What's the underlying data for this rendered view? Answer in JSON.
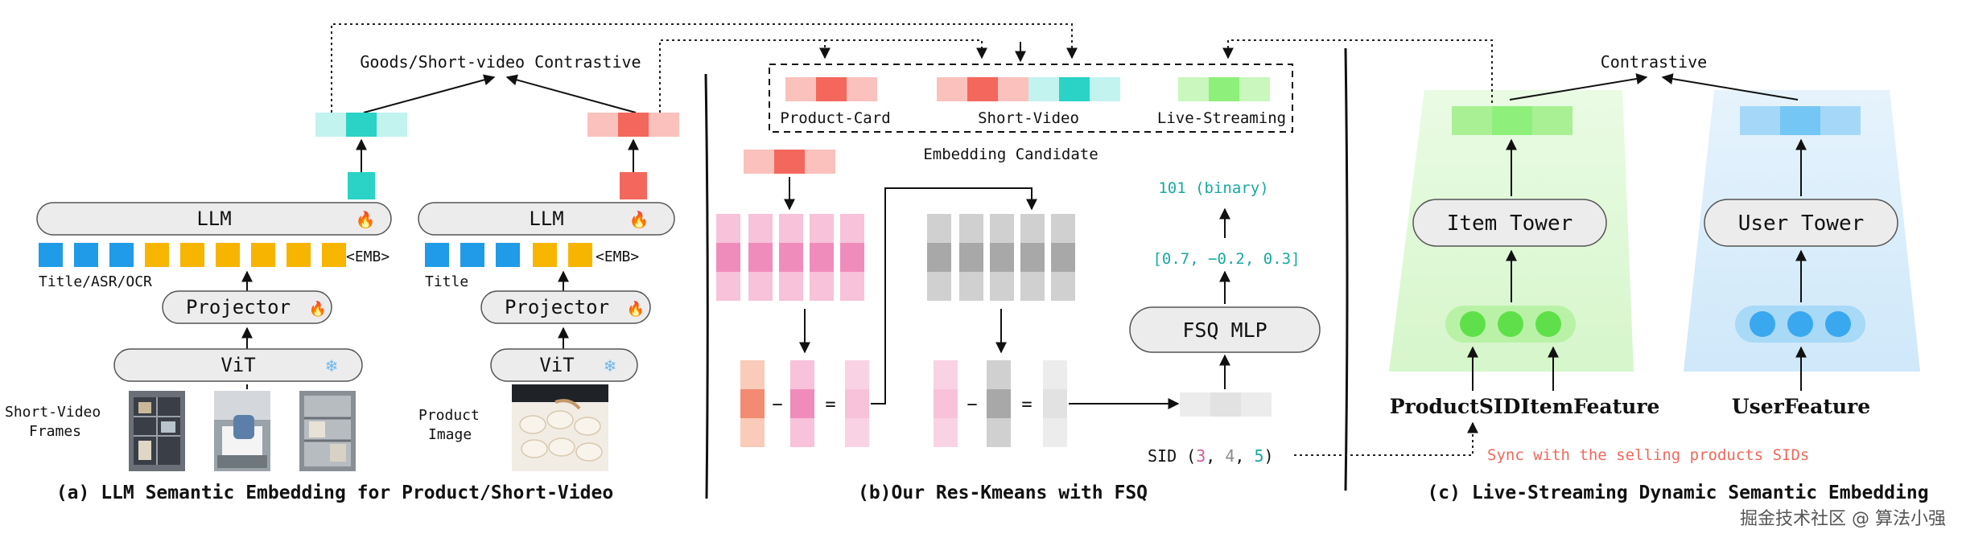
{
  "panel_a": {
    "top_label": "Goods/Short-video Contrastive",
    "llm_label": "LLM",
    "emb_token": "<EMB>",
    "left_tokens_label": "Title/ASR/OCR",
    "right_tokens_label": "Title",
    "projector_label": "Projector",
    "vit_label": "ViT",
    "left_input_label_line1": "Short-Video",
    "left_input_label_line2": "Frames",
    "right_input_label_line1": "Product",
    "right_input_label_line2": "Image",
    "caption": "(a) LLM Semantic Embedding for Product/Short-Video",
    "fire_icon": "🔥",
    "snowflake_icon": "❄"
  },
  "panel_b": {
    "candidate_product": "Product-Card",
    "candidate_video": "Short-Video",
    "candidate_live": "Live-Streaming",
    "candidate_title": "Embedding Candidate",
    "minus_sign": "−",
    "equals_sign": "=",
    "binary_code": "101  (binary)",
    "vector_values": "[0.7, −0.2, 0.3]",
    "fsq_label": "FSQ MLP",
    "sid_prefix": "SID (",
    "sid_value_1": "3",
    "sid_sep_1": ", ",
    "sid_value_2": "4",
    "sid_sep_2": ", ",
    "sid_value_3": "5",
    "sid_suffix": ")",
    "caption": "(b)Our Res-Kmeans with FSQ"
  },
  "panel_c": {
    "top_label": "Contrastive",
    "item_tower_label": "Item Tower",
    "user_tower_label": "User Tower",
    "product_sid_label": "ProductSID",
    "item_feature_label": "ItemFeature",
    "user_feature_label": "UserFeature",
    "sync_note": "Sync with the selling products SIDs",
    "caption": "(c) Live-Streaming Dynamic Semantic Embedding"
  },
  "watermark": "掘金技术社区 @ 算法小强",
  "colors": {
    "teal": "#2ad3c6",
    "teal_light": "#aef0ec",
    "red": "#f4675c",
    "red_light": "#fbb5b0",
    "blue_token": "#1f9be8",
    "yellow_token": "#f7b500",
    "green": "#8ef07a",
    "green_light": "#c9f7bd",
    "sky": "#74c6f5",
    "sky_light": "#bfe3fa",
    "pink": "#f3a1c7",
    "gray": "#b9b9b9",
    "sid_pink": "#d65aa0",
    "sid_gray": "#8a8a8a",
    "sid_teal": "#17a9a1",
    "note_red": "#f0685a"
  }
}
